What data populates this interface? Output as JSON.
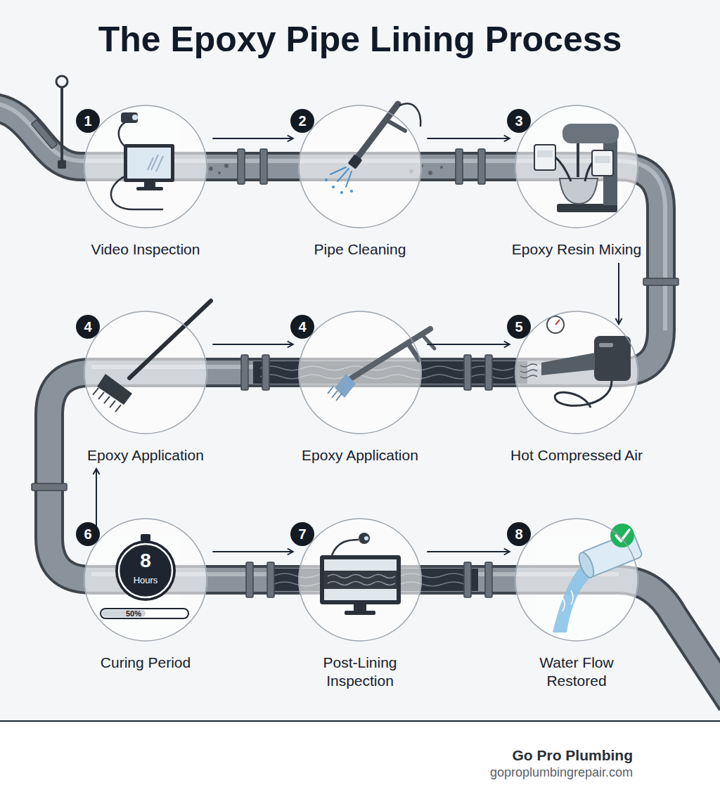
{
  "diagram": {
    "title": "The Epoxy Pipe Lining Process",
    "nodes": [
      {
        "text": [
          "1",
          "Video Inspection"
        ]
      },
      {
        "text": [
          "2",
          "Pipe Cleaning"
        ]
      },
      {
        "text": [
          "3",
          "Epoxy Resin Mixing"
        ]
      },
      {
        "text": [
          "4",
          "Epoxy Application"
        ]
      },
      {
        "text": [
          "4",
          "Epoxy Application"
        ]
      },
      {
        "text": [
          "5",
          "Hot Compressed Air"
        ]
      },
      {
        "text": [
          "6",
          "8",
          "Hours",
          "50%",
          "Curing Period"
        ]
      },
      {
        "text": [
          "7",
          "Post-Lining Inspection"
        ]
      },
      {
        "text": [
          "8",
          "Water Flow Restored"
        ]
      }
    ],
    "edges": [
      {
        "from": 0,
        "to": 1,
        "arrow": "to"
      },
      {
        "from": 1,
        "to": 2,
        "arrow": "to"
      },
      {
        "from": 2,
        "to": 5,
        "arrow": "to"
      },
      {
        "from": 3,
        "to": 4,
        "arrow": "to"
      },
      {
        "from": 4,
        "to": 5,
        "arrow": "to"
      },
      {
        "from": 6,
        "to": 3,
        "arrow": "to"
      },
      {
        "from": 6,
        "to": 7,
        "arrow": "to"
      },
      {
        "from": 7,
        "to": 8,
        "arrow": "to"
      }
    ],
    "labels": [
      "Go Pro Plumbing",
      "goproplumbingrepair.com"
    ]
  }
}
